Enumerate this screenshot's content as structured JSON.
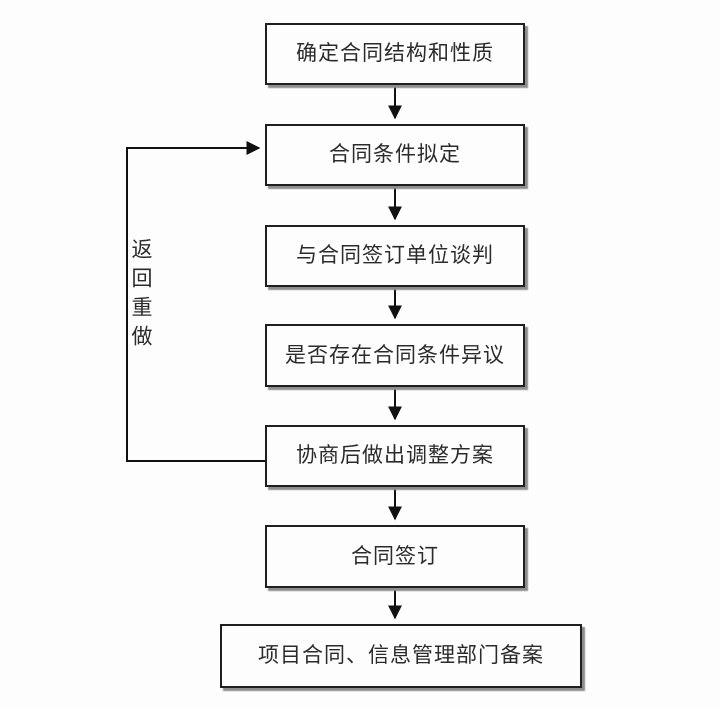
{
  "diagram": {
    "type": "flowchart",
    "nodes": [
      {
        "id": "n1",
        "label": "确定合同结构和性质"
      },
      {
        "id": "n2",
        "label": "合同条件拟定"
      },
      {
        "id": "n3",
        "label": "与合同签订单位谈判"
      },
      {
        "id": "n4",
        "label": "是否存在合同条件异议"
      },
      {
        "id": "n5",
        "label": "协商后做出调整方案"
      },
      {
        "id": "n6",
        "label": "合同签订"
      },
      {
        "id": "n7",
        "label": "项目合同、信息管理部门备案"
      }
    ],
    "edges": [
      {
        "from": "n1",
        "to": "n2",
        "label": ""
      },
      {
        "from": "n2",
        "to": "n3",
        "label": ""
      },
      {
        "from": "n3",
        "to": "n4",
        "label": ""
      },
      {
        "from": "n4",
        "to": "n5",
        "label": ""
      },
      {
        "from": "n5",
        "to": "n6",
        "label": ""
      },
      {
        "from": "n6",
        "to": "n7",
        "label": ""
      },
      {
        "from": "n5",
        "to": "n2",
        "label": "返回重做"
      }
    ],
    "loop_label": "返回重做",
    "colors": {
      "background": "#fdfdfd",
      "box_border": "#1f1f1f",
      "box_shadow": "#8d8d8d",
      "text": "#2b2b2b",
      "line": "#111111"
    }
  }
}
